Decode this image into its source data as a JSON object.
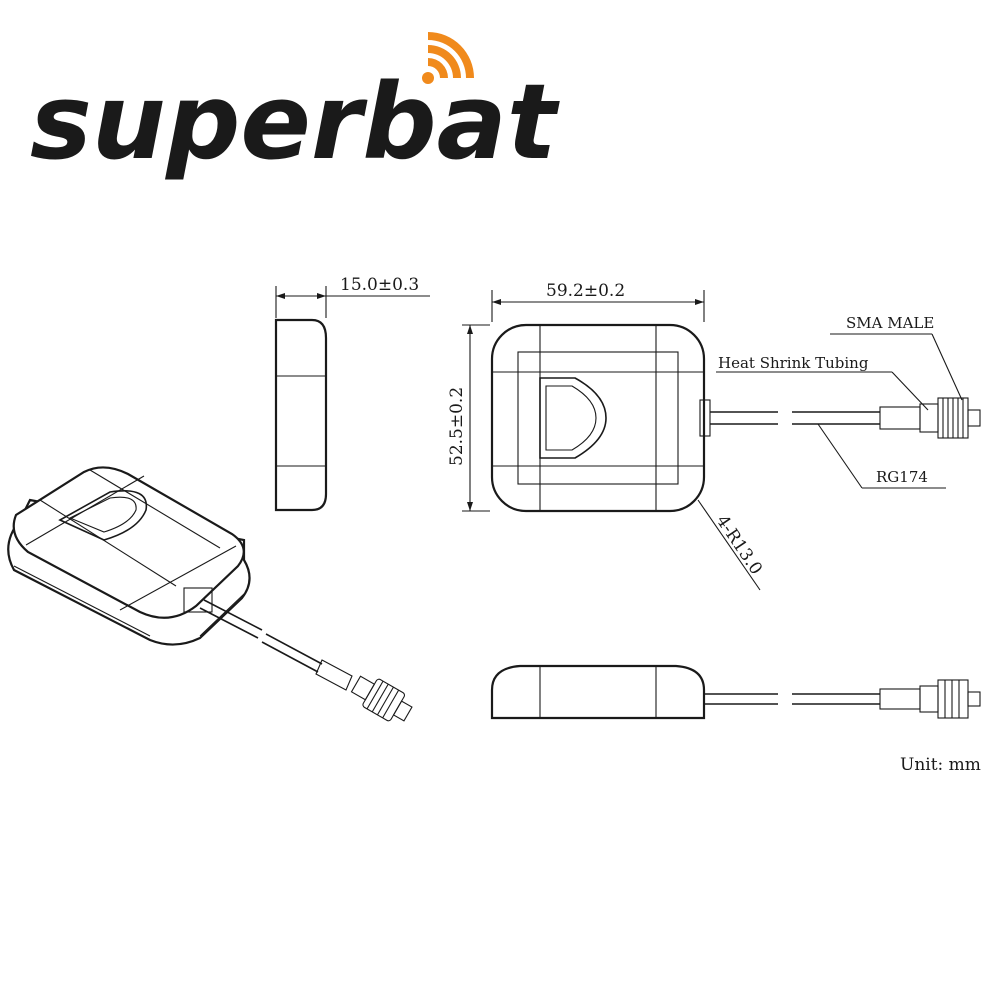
{
  "logo": {
    "text": "superbat",
    "color": "#1f2d5c",
    "accent": "#f08a1c"
  },
  "dimensions": {
    "thickness": "15.0±0.3",
    "width": "59.2±0.2",
    "height": "52.5±0.2",
    "radius": "4-R13.0"
  },
  "callouts": {
    "connector": "SMA MALE",
    "tubing": "Heat Shrink Tubing",
    "cable": "RG174"
  },
  "unit_note": "Unit: mm"
}
